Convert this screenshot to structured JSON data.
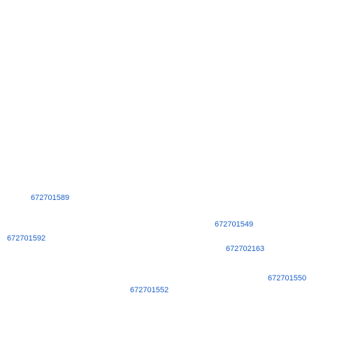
{
  "map": {
    "label_color": "#1a5fc8",
    "background_color": "#ffffff",
    "parcel_labels": [
      {
        "id_text": "672701589"
      },
      {
        "id_text": "672701549"
      },
      {
        "id_text": "672701592"
      },
      {
        "id_text": "672702163"
      },
      {
        "id_text": "672701550"
      },
      {
        "id_text": "672701552"
      }
    ]
  }
}
